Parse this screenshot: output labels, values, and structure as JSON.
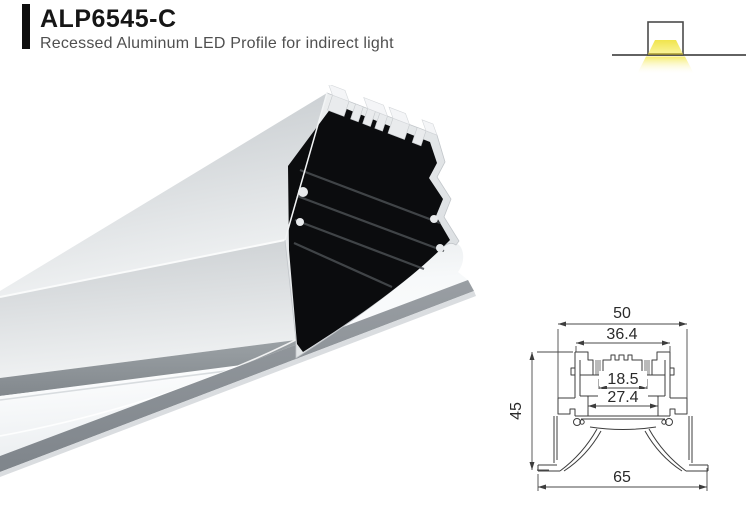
{
  "header": {
    "model": "ALP6545-C",
    "subtitle": "Recessed Aluminum LED Profile for indirect light"
  },
  "install_icon": {
    "meaning": "recessed ceiling mount with indirect light glow",
    "glow_color": "#f5eb62",
    "line_color": "#4b4b4b"
  },
  "render": {
    "meaning": "3D render of recessed aluminum LED profile with black finned heatsink cavity and opal diffuser",
    "aluminum_light": "#eff1f2",
    "aluminum_mid": "#c6cacd",
    "shadow_gray": "#878d92",
    "cavity_black": "#0b0c0e",
    "diffuser_white": "#f6f8f9"
  },
  "drawing": {
    "line_color": "#3d3d3d",
    "dimensions": {
      "top_width": "50",
      "body_width": "36.4",
      "inner_width": "18.5",
      "cavity_width": "27.4",
      "height": "45",
      "bottom_flange_width": "65"
    }
  }
}
